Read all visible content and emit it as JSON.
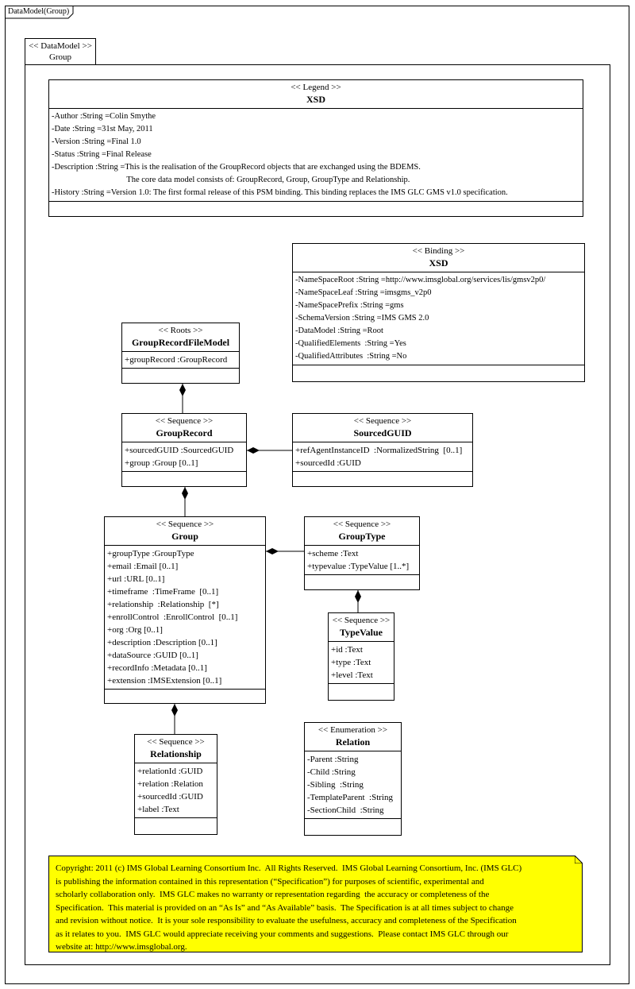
{
  "frame": {
    "title": "DataModel(Group)"
  },
  "package": {
    "stereotype": "<< DataModel >>",
    "name": "Group"
  },
  "classes": {
    "legend": {
      "stereotype": "<< Legend >>",
      "name": "XSD",
      "attrs": [
        "-Author :String =Colin Smythe",
        "-Date :String =31st May, 2011",
        "-Version :String =Final 1.0",
        "-Status :String =Final Release",
        "-Description :String =This is the realisation of the GroupRecord objects that are exchanged using the BDEMS.",
        "                                    The core data model consists of: GroupRecord, Group, GroupType and Relationship.",
        "-History :String =Version 1.0: The first formal release of this PSM binding. This binding replaces the IMS GLC GMS v1.0 specification."
      ]
    },
    "binding": {
      "stereotype": "<< Binding >>",
      "name": "XSD",
      "attrs": [
        "-NameSpaceRoot :String =http://www.imsglobal.org/services/lis/gmsv2p0/",
        "-NameSpaceLeaf :String =imsgms_v2p0",
        "-NameSpacePrefix :String =gms",
        "-SchemaVersion :String =IMS GMS 2.0",
        "-DataModel :String =Root",
        "-QualifiedElements  :String =Yes",
        "-QualifiedAttributes  :String =No"
      ]
    },
    "roots": {
      "stereotype": "<< Roots >>",
      "name": "GroupRecordFileModel",
      "attrs": [
        "+groupRecord :GroupRecord"
      ]
    },
    "grouprecord": {
      "stereotype": "<< Sequence >>",
      "name": "GroupRecord",
      "attrs": [
        "+sourcedGUID :SourcedGUID",
        "+group :Group [0..1]"
      ]
    },
    "sourcedguid": {
      "stereotype": "<< Sequence >>",
      "name": "SourcedGUID",
      "attrs": [
        "+refAgentInstanceID  :NormalizedString  [0..1]",
        "+sourcedId :GUID"
      ]
    },
    "group": {
      "stereotype": "<< Sequence >>",
      "name": "Group",
      "attrs": [
        "+groupType :GroupType",
        "+email :Email [0..1]",
        "+url :URL [0..1]",
        "+timeframe  :TimeFrame  [0..1]",
        "+relationship  :Relationship  [*]",
        "+enrollControl  :EnrollControl  [0..1]",
        "+org :Org [0..1]",
        "+description :Description [0..1]",
        "+dataSource :GUID [0..1]",
        "+recordInfo :Metadata [0..1]",
        "+extension :IMSExtension [0..1]"
      ]
    },
    "grouptype": {
      "stereotype": "<< Sequence >>",
      "name": "GroupType",
      "attrs": [
        "+scheme :Text",
        "+typevalue :TypeValue [1..*]"
      ]
    },
    "typevalue": {
      "stereotype": "<< Sequence >>",
      "name": "TypeValue",
      "attrs": [
        "+id :Text",
        "+type :Text",
        "+level :Text"
      ]
    },
    "relationship": {
      "stereotype": "<< Sequence >>",
      "name": "Relationship",
      "attrs": [
        "+relationId :GUID",
        "+relation :Relation",
        "+sourcedId :GUID",
        "+label :Text"
      ]
    },
    "relation": {
      "stereotype": "<< Enumeration >>",
      "name": "Relation",
      "attrs": [
        "-Parent :String",
        "-Child :String",
        "-Sibling  :String",
        "-TemplateParent  :String",
        "-SectionChild  :String"
      ]
    }
  },
  "note": {
    "lines": [
      "Copyright: 2011 (c) IMS Global Learning Consortium Inc.  All Rights Reserved.  IMS Global Learning Consortium, Inc. (IMS GLC)",
      "is publishing the information contained in this representation (“Specification”) for purposes of scientific, experimental and",
      "scholarly collaboration only.  IMS GLC makes no warranty or representation regarding  the accuracy or completeness of the",
      "Specification.  This material is provided on an “As Is” and “As Available” basis.  The Specification is at all times subject to change",
      "and revision without notice.  It is your sole responsibility to evaluate the usefulness, accuracy and completeness of the Specification",
      "as it relates to you.  IMS GLC would appreciate receiving your comments and suggestions.  Please contact IMS GLC through our",
      "website at: http://www.imsglobal.org."
    ]
  }
}
